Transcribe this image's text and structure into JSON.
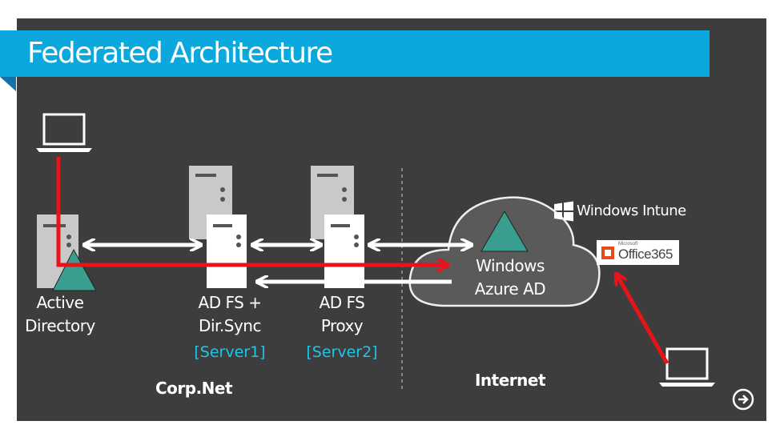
{
  "slide": {
    "title": "Federated Architecture"
  },
  "nodes": {
    "active_directory": "Active\nDirectory",
    "adfs_dirsync": "AD FS +\nDir.Sync",
    "adfs_dirsync_server": "[Server1]",
    "adfs_proxy": "AD FS\nProxy",
    "adfs_proxy_server": "[Server2]",
    "azure_ad": "Windows\nAzure AD"
  },
  "zones": {
    "corpnet": "Corp.Net",
    "internet": "Internet"
  },
  "services": {
    "intune": "Windows Intune",
    "office_small": "Microsoft",
    "office365": "Office365"
  },
  "icons": {
    "laptop": "laptop-icon",
    "server": "server-icon",
    "cloud": "cloud-icon",
    "next": "next-arrow-icon"
  },
  "colors": {
    "background": "#3d3d3d",
    "title_bar": "#0aa8dc",
    "accent_cyan": "#1ec6e8",
    "auth_flow": "#e8141a",
    "triangle": "#3a9e8e",
    "server": "#c9c9c9"
  }
}
